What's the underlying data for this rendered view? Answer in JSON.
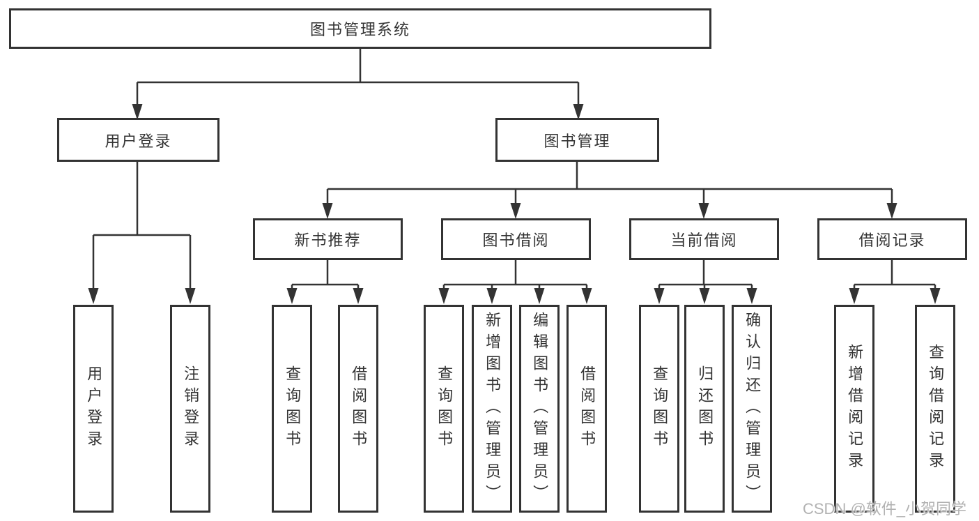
{
  "diagram": {
    "root_label": "图书管理系统",
    "level2": {
      "user_login": "用户登录",
      "book_management": "图书管理"
    },
    "level3": {
      "new_book_recommend": "新书推荐",
      "book_borrow": "图书借阅",
      "current_borrow": "当前借阅",
      "borrow_records": "借阅记录"
    },
    "leaves": {
      "user_login": [
        "用户登录",
        "注销登录"
      ],
      "new_book_recommend": [
        "查询图书",
        "借阅图书"
      ],
      "book_borrow": [
        "查询图书",
        "新增图书（管理员）",
        "编辑图书（管理员）",
        "借阅图书"
      ],
      "current_borrow": [
        "查询图书",
        "归还图书",
        "确认归还（管理员）"
      ],
      "borrow_records": [
        "新增借阅记录",
        "查询借阅记录"
      ]
    }
  },
  "watermark": "CSDN @软件_小贺同学",
  "colors": {
    "line": "#333333",
    "text": "#333333",
    "box_background": "#ffffff",
    "page_background": "#ffffff",
    "watermark_text": "#b2b2b2"
  }
}
